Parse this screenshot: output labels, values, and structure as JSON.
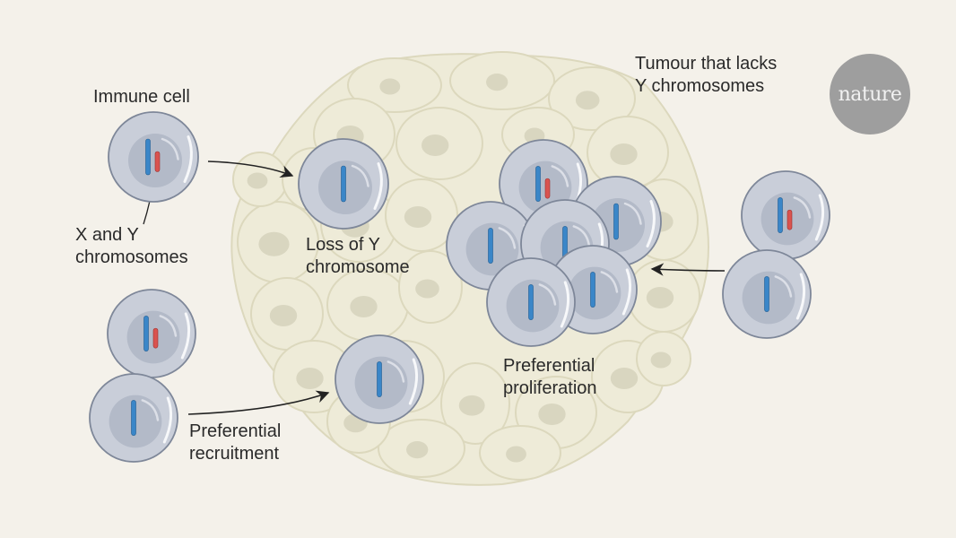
{
  "labels": {
    "immune_cell": "Immune cell",
    "x_and_y_line1": "X and Y",
    "x_and_y_line2": "chromosomes",
    "loss_line1": "Loss of Y",
    "loss_line2": "chromosome",
    "tumour_line1": "Tumour that lacks",
    "tumour_line2": "Y chromosomes",
    "proliferation_line1": "Preferential",
    "proliferation_line2": "proliferation",
    "recruitment_line1": "Preferential",
    "recruitment_line2": "recruitment"
  },
  "logo": {
    "text": "nature"
  },
  "colors": {
    "background": "#f4f1ea",
    "tumour_cell_fill": "#eeebd8",
    "tumour_cell_stroke": "#dcd8bd",
    "tumour_nucleus": "#d9d6c0",
    "immune_cell_fill": "#c9ced9",
    "immune_cell_stroke": "#7e8799",
    "immune_nucleus": "#b3bac8",
    "x_chromosome": "#3a86c8",
    "y_chromosome": "#d9534f",
    "arrow": "#222222"
  },
  "immune_cells": [
    {
      "id": "immune-cell-xy-reference",
      "has_y": true
    },
    {
      "id": "immune-cell-loss-of-y",
      "has_y": false
    },
    {
      "id": "proliferating-cell-xy",
      "has_y": true
    },
    {
      "id": "proliferating-cell-1",
      "has_y": false
    },
    {
      "id": "proliferating-cell-2",
      "has_y": false
    },
    {
      "id": "proliferating-cell-3",
      "has_y": false
    },
    {
      "id": "proliferating-cell-4",
      "has_y": false
    },
    {
      "id": "proliferating-cell-5",
      "has_y": false
    },
    {
      "id": "incoming-cell-xy",
      "has_y": true
    },
    {
      "id": "incoming-cell-no-y",
      "has_y": false
    },
    {
      "id": "recruit-source-xy",
      "has_y": true
    },
    {
      "id": "recruit-source-no-y",
      "has_y": false
    },
    {
      "id": "recruited-cell-no-y",
      "has_y": false
    }
  ]
}
